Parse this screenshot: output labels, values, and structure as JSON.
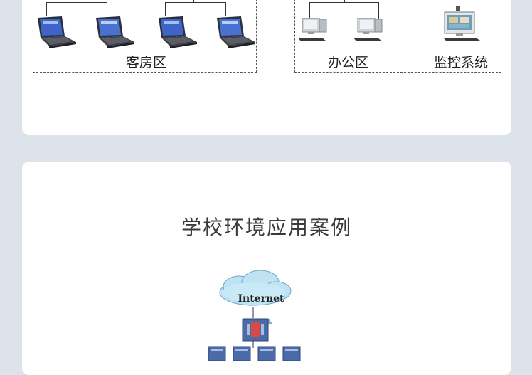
{
  "top_section": {
    "guest_zone_label": "客房区",
    "office_zone_label": "办公区",
    "monitor_zone_label": "监控系统"
  },
  "school_section": {
    "title": "学校环境应用案例",
    "cloud_label": "Internet"
  }
}
